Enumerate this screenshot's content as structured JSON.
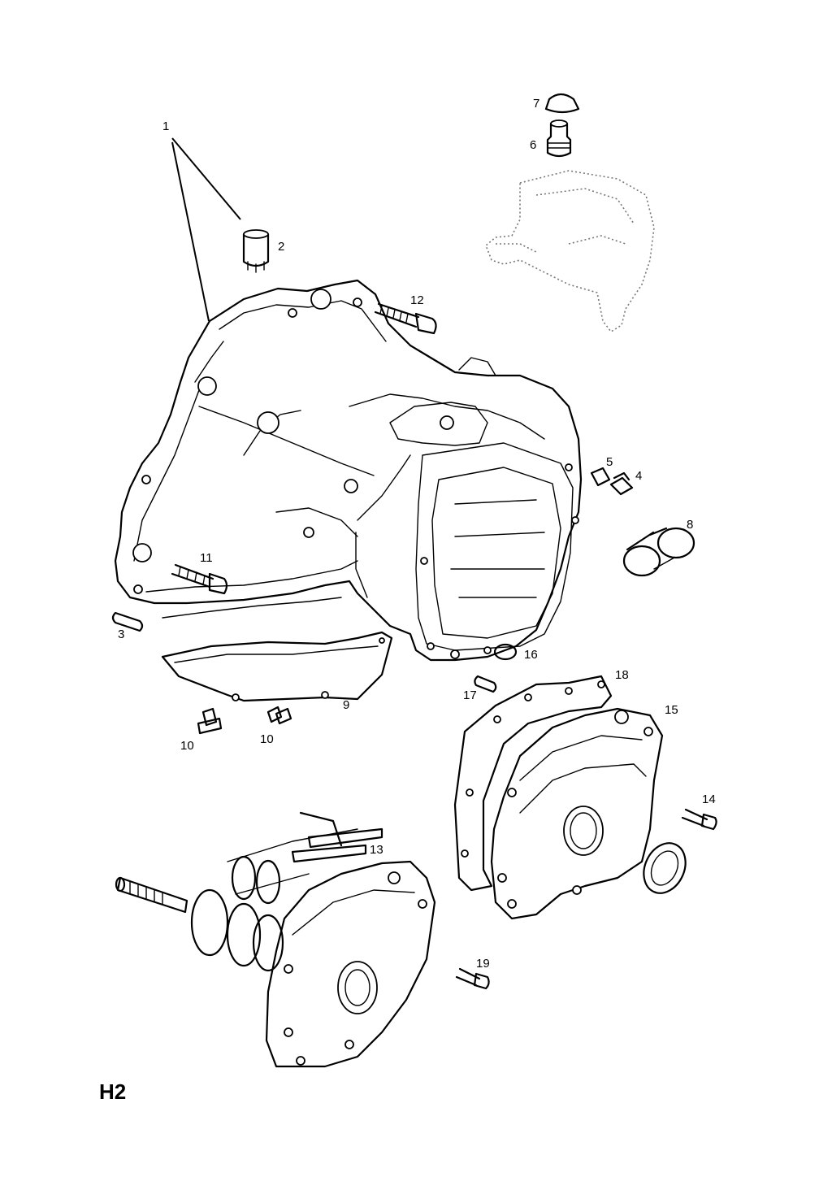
{
  "callouts": [
    {
      "id": "1",
      "label": "1"
    },
    {
      "id": "2",
      "label": "2"
    },
    {
      "id": "3",
      "label": "3"
    },
    {
      "id": "4",
      "label": "4"
    },
    {
      "id": "5",
      "label": "5"
    },
    {
      "id": "6",
      "label": "6"
    },
    {
      "id": "7",
      "label": "7"
    },
    {
      "id": "8",
      "label": "8"
    },
    {
      "id": "9",
      "label": "9"
    },
    {
      "id": "10a",
      "label": "10"
    },
    {
      "id": "10b",
      "label": "10"
    },
    {
      "id": "11",
      "label": "11"
    },
    {
      "id": "12",
      "label": "12"
    },
    {
      "id": "13",
      "label": "13"
    },
    {
      "id": "14",
      "label": "14"
    },
    {
      "id": "15",
      "label": "15"
    },
    {
      "id": "16",
      "label": "16"
    },
    {
      "id": "17",
      "label": "17"
    },
    {
      "id": "18",
      "label": "18"
    },
    {
      "id": "19",
      "label": "19"
    }
  ],
  "page_code": "H2"
}
